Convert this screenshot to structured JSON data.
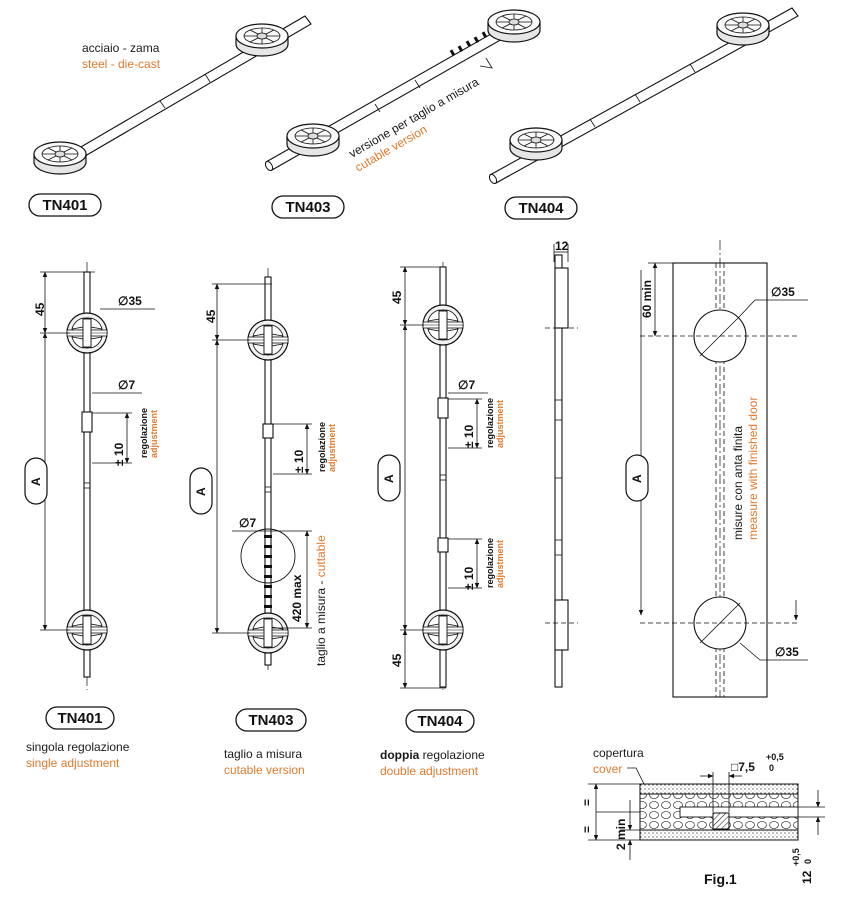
{
  "top_row": {
    "material_it": "acciaio - zama",
    "material_en": "steel  -  die-cast",
    "version_it": "versione per taglio a misura",
    "version_en": "cutable version",
    "codes": [
      "TN401",
      "TN403",
      "TN404"
    ]
  },
  "tn401": {
    "code": "TN401",
    "dim_45": "45",
    "dim_d35": "∅35",
    "dim_d7": "∅7",
    "dim_pm10": "± 10",
    "reg_it": "regolazione",
    "reg_en": "adjustment",
    "dim_a": "A",
    "caption_it": "singola regolazione",
    "caption_en": "single adjustment"
  },
  "tn403": {
    "code": "TN403",
    "dim_45": "45",
    "dim_pm10": "± 10",
    "reg_it": "regolazione",
    "reg_en": "adjustment",
    "dim_a": "A",
    "dim_d7": "∅7",
    "dim_420": "420 max",
    "cut_it": "taglio a misura",
    "cut_sep": " - ",
    "cut_en": "cuttable",
    "caption_it": "taglio a misura",
    "caption_en": "cutable version"
  },
  "tn404": {
    "code": "TN404",
    "dim_45_top": "45",
    "dim_45_bottom": "45",
    "dim_d7": "∅7",
    "dim_pm10_a": "± 10",
    "dim_pm10_b": "± 10",
    "reg_it": "regolazione",
    "reg_en": "adjustment",
    "dim_a": "A",
    "caption_bold": "doppia",
    "caption_it": " regolazione",
    "caption_en": "double adjustment"
  },
  "side_view": {
    "dim_12": "12"
  },
  "door_view": {
    "dim_60min": "60 min",
    "dim_d35_top": "∅35",
    "dim_d35_bottom": "∅35",
    "dim_a": "A",
    "measure_it": "misure con anta finita",
    "measure_en": "measure with finished door"
  },
  "fig1": {
    "cover_it": "copertura",
    "cover_en": "cover",
    "dim_75": "□7,5",
    "tol_75_top": "+0,5",
    "tol_75_bot": "0",
    "eq_a": "=",
    "eq_b": "=",
    "dim_2min": "2 min",
    "dim_12": "12",
    "tol_12_top": "+0,5",
    "tol_12_bot": "0",
    "label": "Fig.1"
  },
  "colors": {
    "ink": "#111111",
    "accent": "#e07a2e"
  }
}
